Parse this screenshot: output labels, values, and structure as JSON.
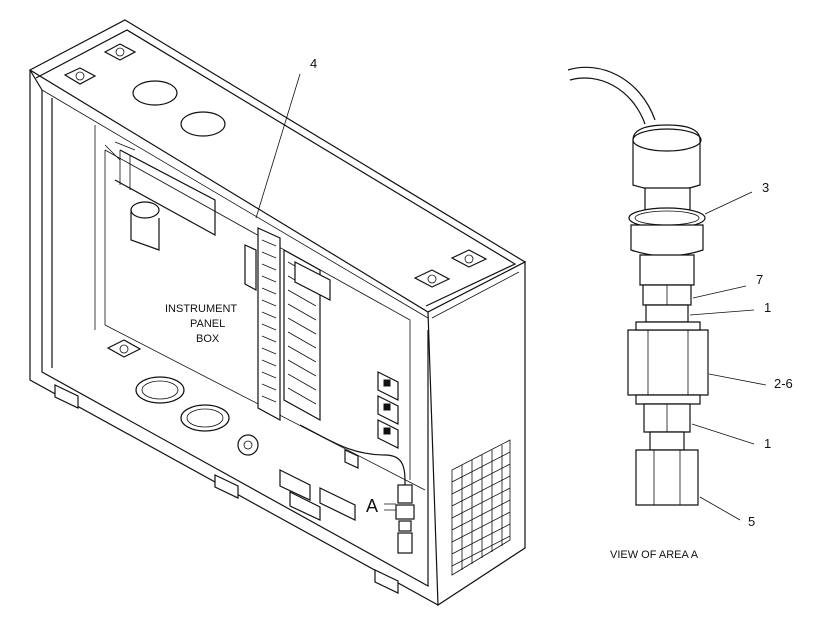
{
  "figure": {
    "labels": {
      "box": [
        "INSTRUMENT",
        "PANEL",
        "BOX"
      ],
      "area_marker": "A",
      "view_caption": "VIEW OF AREA  A"
    },
    "callouts": [
      {
        "id": "c4",
        "text": "4"
      },
      {
        "id": "c3",
        "text": "3"
      },
      {
        "id": "c7",
        "text": "7"
      },
      {
        "id": "c1a",
        "text": "1"
      },
      {
        "id": "c26",
        "text": "2-6"
      },
      {
        "id": "c1b",
        "text": "1"
      },
      {
        "id": "c5",
        "text": "5"
      }
    ]
  }
}
